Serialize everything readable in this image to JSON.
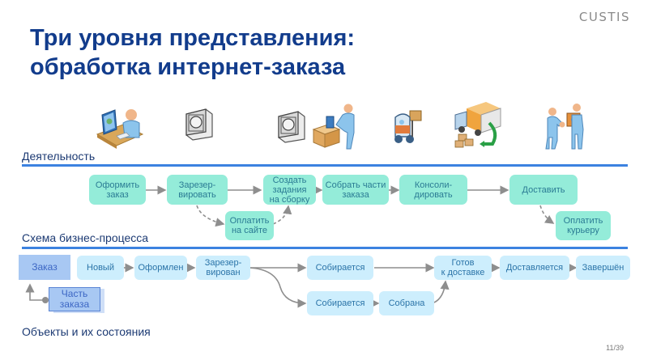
{
  "brand": {
    "logo_text": "CUSTIS"
  },
  "slide": {
    "title_line1": "Три уровня представления:",
    "title_line2": "обработка интернет-заказа",
    "page_number": "11/39"
  },
  "sections": {
    "activity": "Деятельность",
    "process": "Схема бизнес-процесса",
    "objects": "Объекты и их состояния"
  },
  "activity_icons": [
    {
      "name": "person-at-computer-icon"
    },
    {
      "name": "warehouse-system-icon"
    },
    {
      "name": "warehouse-system-icon"
    },
    {
      "name": "person-packing-box-icon"
    },
    {
      "name": "forklift-icon"
    },
    {
      "name": "delivery-truck-icon"
    },
    {
      "name": "courier-handover-icon"
    }
  ],
  "process": {
    "steps": [
      {
        "id": "place-order",
        "label": "Оформить\nзаказ"
      },
      {
        "id": "reserve",
        "label": "Зарезер-\nвировать"
      },
      {
        "id": "create-picking",
        "label": "Создать\nзадания\nна сборку"
      },
      {
        "id": "collect-parts",
        "label": "Собрать части\nзаказа"
      },
      {
        "id": "consolidate",
        "label": "Консоли-\nдировать"
      },
      {
        "id": "deliver",
        "label": "Доставить"
      },
      {
        "id": "pay-online",
        "label": "Оплатить\nна сайте"
      },
      {
        "id": "pay-courier",
        "label": "Оплатить\nкурьеру"
      }
    ]
  },
  "objects": {
    "order": "Заказ",
    "order_part": "Часть\nзаказа",
    "states": [
      {
        "id": "new",
        "label": "Новый"
      },
      {
        "id": "placed",
        "label": "Оформлен"
      },
      {
        "id": "reserved",
        "label": "Зарезер-\nвирован"
      },
      {
        "id": "collecting-1",
        "label": "Собирается"
      },
      {
        "id": "ready",
        "label": "Готов\nк доставке"
      },
      {
        "id": "delivering",
        "label": "Доставляется"
      },
      {
        "id": "done",
        "label": "Завершён"
      },
      {
        "id": "collecting-2",
        "label": "Собирается"
      },
      {
        "id": "collected",
        "label": "Собрана"
      }
    ]
  },
  "colors": {
    "title": "#123c8c",
    "rule": "#3c82e0",
    "activity_box": "#94ecd9",
    "state_box": "#cdeefd",
    "object_box": "#a8c8f3",
    "arrow": "#8e8e8e"
  }
}
